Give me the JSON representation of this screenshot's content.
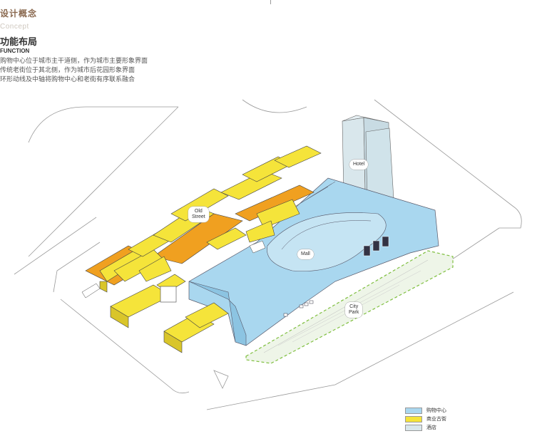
{
  "header": {
    "title_cn": "设计概念",
    "title_en": "Concept",
    "heading_cn": "功能布局",
    "heading_en": "FUNCTION",
    "lines": [
      "购物中心位于城市主干道侧，作为城市主要形象界面",
      "传统老街位于其北侧，作为城市后花园形象界面",
      "环形动线及中轴将购物中心和老街有序联系融合"
    ]
  },
  "labels": {
    "hotel": "Hotel",
    "old_street": "Old\nStreet",
    "mall": "Mall",
    "city_park": "City\nPark"
  },
  "legend": [
    {
      "label": "购物中心",
      "color": "#a9d7ef"
    },
    {
      "label": "商业古街",
      "color": "#f5e43a"
    },
    {
      "label": "酒店",
      "color": "#d9e7ec"
    }
  ],
  "colors": {
    "mall": "#a9d7ef",
    "mall_dark": "#8cc4e2",
    "street": "#f5e43a",
    "street_dark": "#d9c52a",
    "orange": "#f0a020",
    "hotel": "#d9e7ec",
    "park": "#7fbf3f"
  }
}
